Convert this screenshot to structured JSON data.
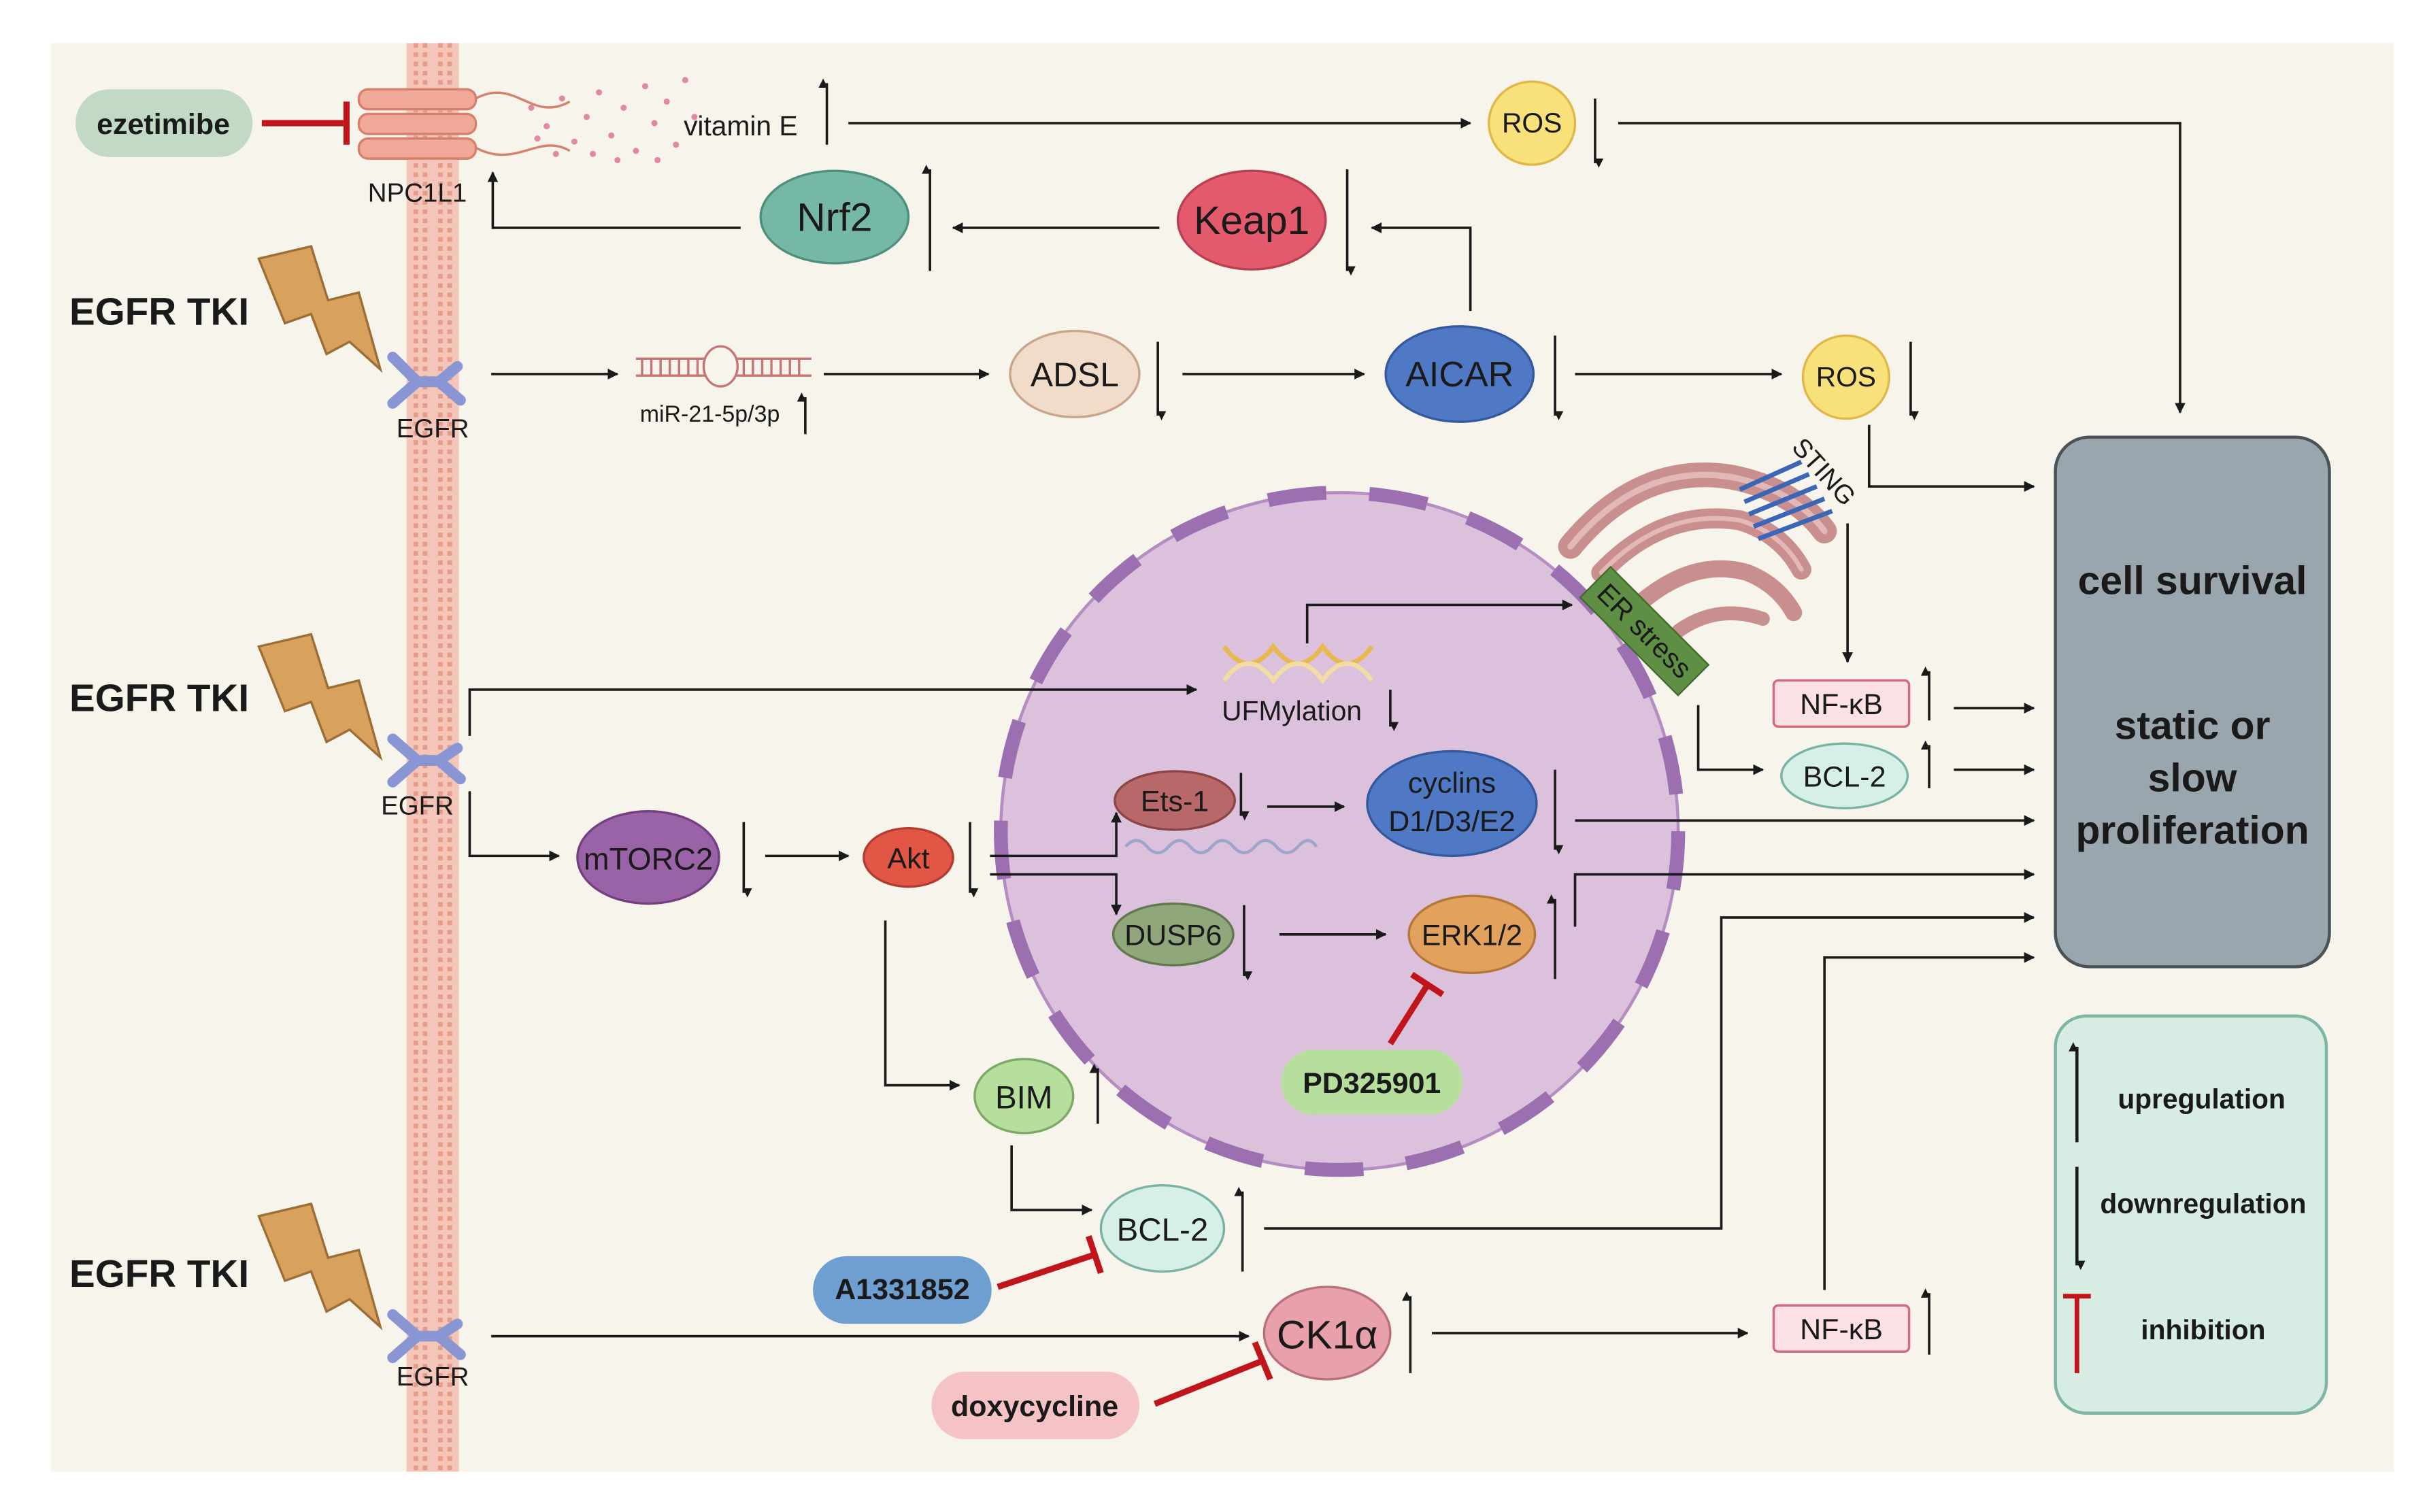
{
  "labels": {
    "ezetimibe": "ezetimibe",
    "npc1l1": "NPC1L1",
    "vitamin_e": "vitamin E",
    "ros_top": "ROS",
    "nrf2": "Nrf2",
    "keap1": "Keap1",
    "egfr_tki_1": "EGFR TKI",
    "egfr_tki_2": "EGFR TKI",
    "egfr_tki_3": "EGFR TKI",
    "egfr_1": "EGFR",
    "egfr_2": "EGFR",
    "egfr_3": "EGFR",
    "mirna": "miR-21-5p/3p",
    "adsl": "ADSL",
    "aicar": "AICAR",
    "ros_mid": "ROS",
    "sting": "STING",
    "er_stress": "ER stress",
    "ufmylation": "UFMylation",
    "nfkb_mid": "NF-κB",
    "bcl2_mid": "BCL-2",
    "mtorc2": "mTORC2",
    "akt": "Akt",
    "ets1": "Ets-1",
    "cyclins_line1": "cyclins",
    "cyclins_line2": "D1/D3/E2",
    "dusp6": "DUSP6",
    "erk": "ERK1/2",
    "pd325901": "PD325901",
    "bim": "BIM",
    "bcl2_low": "BCL-2",
    "a1331852": "A1331852",
    "ck1a": "CK1α",
    "nfkb_low": "NF-κB",
    "doxycycline": "doxycycline",
    "outcome_survival": "cell survival",
    "outcome_static_1": "static or",
    "outcome_static_2": "slow",
    "outcome_static_3": "proliferation",
    "legend_up": "upregulation",
    "legend_down": "downregulation",
    "legend_inhibit": "inhibition"
  },
  "colors": {
    "background": "#f7f4ec",
    "membrane": "#f1b5a6",
    "nucleus": "#dcc1dc",
    "nucleus_border": "#9b6fb0",
    "er": "#c98f8f",
    "inhibition": "#c0151b",
    "outcome_box": "#9aa6ad",
    "legend_box": "#d7ece3",
    "arrow": "#1a1a1a"
  }
}
